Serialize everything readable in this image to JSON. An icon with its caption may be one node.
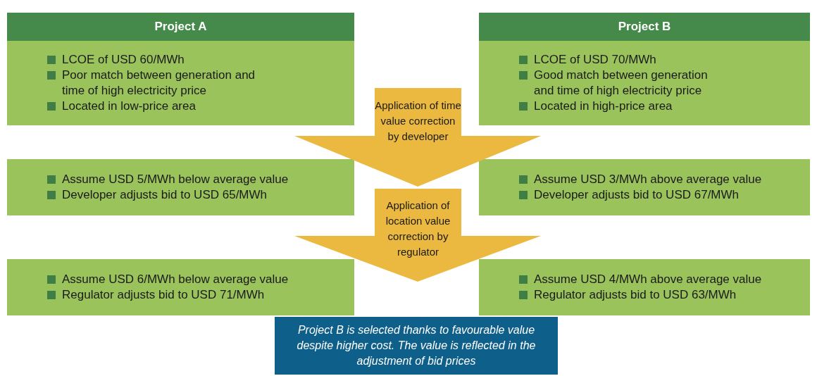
{
  "diagram": {
    "nodes": [
      {
        "text": [
          "Project A",
          "LCOE of USD 60/MWh",
          "Poor match between generation and time of high electricity price",
          "Located in low-price area"
        ]
      },
      {
        "text": [
          "Project B",
          "LCOE of USD 70/MWh",
          "Good match between generation and time of high electricity price",
          "Located in high-price area"
        ]
      },
      {
        "text": [
          "Application of time value correction by developer"
        ]
      },
      {
        "text": [
          "Assume USD 5/MWh below average value",
          "Developer adjusts bid to USD 65/MWh"
        ]
      },
      {
        "text": [
          "Assume USD 3/MWh above average value",
          "Developer adjusts bid to USD 67/MWh"
        ]
      },
      {
        "text": [
          "Application of location value correction by regulator"
        ]
      },
      {
        "text": [
          "Assume USD 6/MWh below average value",
          "Regulator adjusts bid to USD 71/MWh"
        ]
      },
      {
        "text": [
          "Assume USD 4/MWh above average value",
          "Regulator adjusts bid to USD 63/MWh"
        ]
      },
      {
        "text": [
          "Project B is selected thanks to favourable value despite higher cost. The value is reflected in the adjustment of bid prices"
        ]
      }
    ]
  }
}
